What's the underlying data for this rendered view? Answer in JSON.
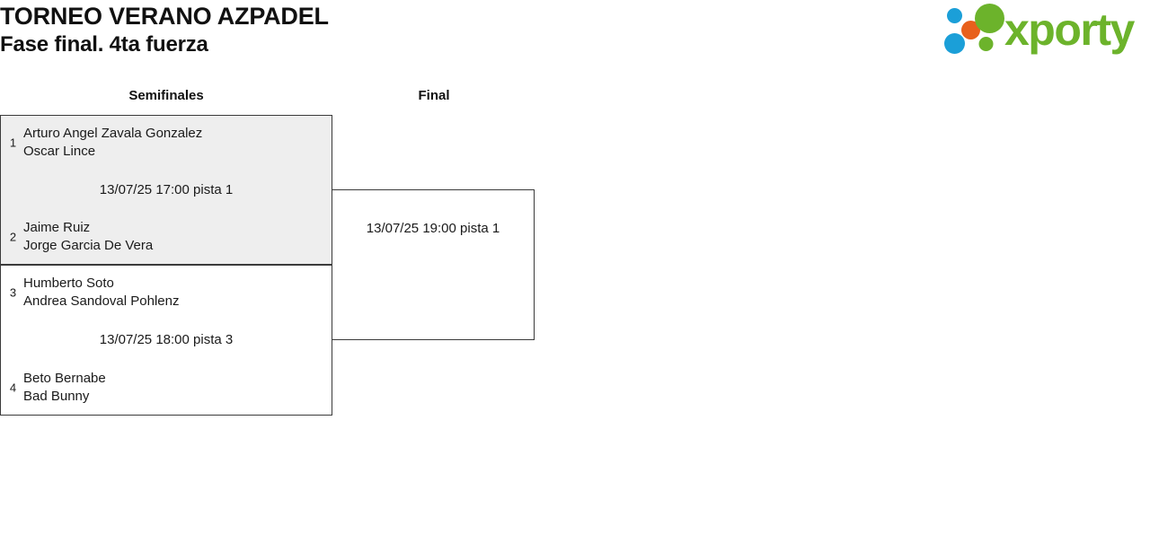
{
  "header": {
    "title": "TORNEO VERANO AZPADEL",
    "subtitle": "Fase final. 4ta fuerza",
    "logo": {
      "wordmark": "xporty",
      "colors": {
        "green": "#6cb32b",
        "blue": "#1b9fd8",
        "orange": "#e8601c"
      }
    }
  },
  "bracket": {
    "rounds": [
      {
        "name": "semifinals",
        "label": "Semifinales"
      },
      {
        "name": "final",
        "label": "Final"
      }
    ],
    "matches": [
      {
        "id": "sf1",
        "round": "Semifinales",
        "shaded": true,
        "info": "13/07/25 17:00 pista 1",
        "teams": [
          {
            "seed": "1",
            "players": [
              "Arturo Angel Zavala Gonzalez",
              "Oscar Lince"
            ]
          },
          {
            "seed": "2",
            "players": [
              "Jaime Ruiz",
              "Jorge Garcia De Vera"
            ]
          }
        ]
      },
      {
        "id": "sf2",
        "round": "Semifinales",
        "shaded": false,
        "info": "13/07/25 18:00 pista 3",
        "teams": [
          {
            "seed": "3",
            "players": [
              "Humberto Soto",
              "Andrea Sandoval Pohlenz"
            ]
          },
          {
            "seed": "4",
            "players": [
              "Beto Bernabe",
              "Bad Bunny"
            ]
          }
        ]
      },
      {
        "id": "final",
        "round": "Final",
        "shaded": false,
        "info": "13/07/25 19:00 pista 1",
        "teams": []
      }
    ]
  },
  "colors": {
    "box_border": "#3b3b3b",
    "box_shaded_fill": "#eeeeee",
    "text": "#1a1a1a"
  }
}
